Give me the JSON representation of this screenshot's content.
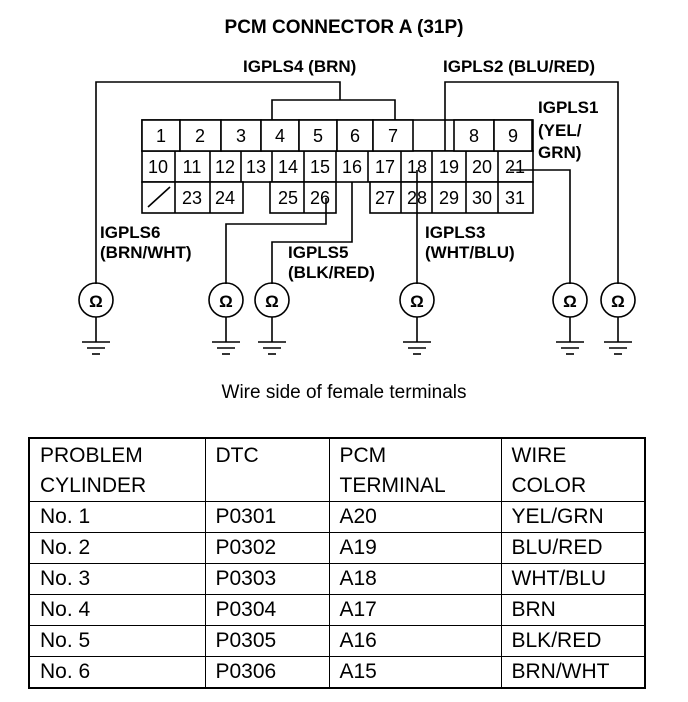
{
  "title": "PCM CONNECTOR A (31P)",
  "caption": "Wire side of female terminals",
  "pins": [
    "1",
    "2",
    "3",
    "4",
    "5",
    "6",
    "7",
    "8",
    "9",
    "10",
    "11",
    "12",
    "13",
    "14",
    "15",
    "16",
    "17",
    "18",
    "19",
    "20",
    "21",
    "23",
    "24",
    "25",
    "26",
    "27",
    "28",
    "29",
    "30",
    "31"
  ],
  "wire_labels": {
    "igpls4": "IGPLS4 (BRN)",
    "igpls2": "IGPLS2 (BLU/RED)",
    "igpls1_l1": "IGPLS1",
    "igpls1_l2": "(YEL/",
    "igpls1_l3": "GRN)",
    "igpls6_l1": "IGPLS6",
    "igpls6_l2": "(BRN/WHT)",
    "igpls5_l1": "IGPLS5",
    "igpls5_l2": "(BLK/RED)",
    "igpls3_l1": "IGPLS3",
    "igpls3_l2": "(WHT/BLU)"
  },
  "meter_symbol": "Ω",
  "table": {
    "headers": [
      [
        "PROBLEM",
        "CYLINDER"
      ],
      [
        "DTC",
        ""
      ],
      [
        "PCM",
        "TERMINAL"
      ],
      [
        "WIRE",
        "COLOR"
      ]
    ],
    "rows": [
      [
        "No. 1",
        "P0301",
        "A20",
        "YEL/GRN"
      ],
      [
        "No. 2",
        "P0302",
        "A19",
        "BLU/RED"
      ],
      [
        "No. 3",
        "P0303",
        "A18",
        "WHT/BLU"
      ],
      [
        "No. 4",
        "P0304",
        "A17",
        "BRN"
      ],
      [
        "No. 5",
        "P0305",
        "A16",
        "BLK/RED"
      ],
      [
        "No. 6",
        "P0306",
        "A15",
        "BRN/WHT"
      ]
    ]
  }
}
